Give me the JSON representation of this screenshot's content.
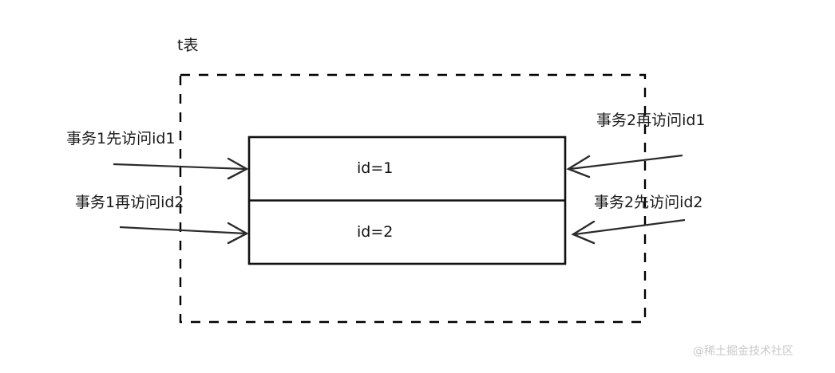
{
  "diagram": {
    "caption": "t表",
    "table": {
      "rows": [
        {
          "label": "id=1"
        },
        {
          "label": "id=2"
        }
      ]
    },
    "annotations": {
      "left": [
        {
          "text": "事务1先访问id1",
          "direction": "right"
        },
        {
          "text": "事务1再访问id2",
          "direction": "right"
        }
      ],
      "right": [
        {
          "text": "事务2再访问id1",
          "direction": "left"
        },
        {
          "text": "事务2先访问id2",
          "direction": "left"
        }
      ]
    },
    "colors": {
      "stroke": "#000000",
      "text": "#1a1a1a",
      "background": "#ffffff",
      "watermark": "#c9c9c9"
    }
  },
  "watermark": {
    "text": "@稀土掘金技术社区"
  }
}
